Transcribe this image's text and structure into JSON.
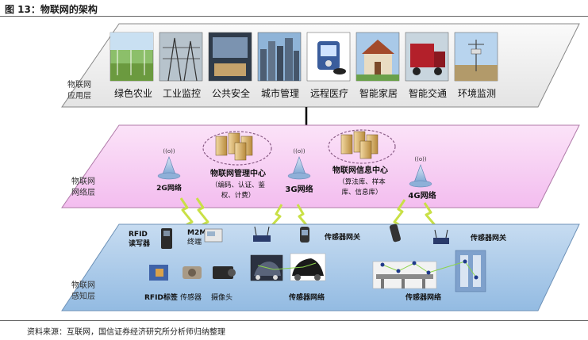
{
  "title": "图 13：物联网的架构",
  "source": "资料来源：互联网，国信证券经济研究所分析师归纳整理",
  "layers": {
    "application": {
      "label_line1": "物联网",
      "label_line2": "应用层",
      "items": [
        "绿色农业",
        "工业监控",
        "公共安全",
        "城市管理",
        "远程医疗",
        "智能家居",
        "智能交通",
        "环境监测"
      ]
    },
    "network": {
      "label_line1": "物联网",
      "label_line2": "网络层",
      "net_2g": "2G网络",
      "net_3g": "3G网络",
      "net_4g": "4G网络",
      "mgmt_title": "物联网管理中心",
      "mgmt_line1": "（编码、认证、鉴",
      "mgmt_line2": "权、计费）",
      "info_title": "物联网信息中心",
      "info_line1": "（算法库、样本",
      "info_line2": "库、信息库）"
    },
    "perception": {
      "label_line1": "物联网",
      "label_line2": "感知层",
      "rfid_reader_1": "RFID",
      "rfid_reader_2": "读写器",
      "m2m_1": "M2M",
      "m2m_2": "终端",
      "gateway_1": "传感器网关",
      "gateway_2": "传感器网关",
      "rfid_tag": "RFID标签",
      "sensor": "传感器",
      "camera": "摄像头",
      "sensor_network_1": "传感器网络",
      "sensor_network_2": "传感器网络"
    }
  },
  "colors": {
    "app_layer": "#f2f2f2",
    "network_layer": "#f7cdf3",
    "perception_layer": "#a9cbea",
    "lightning": "#c9e046"
  },
  "signal_text": "((o))"
}
